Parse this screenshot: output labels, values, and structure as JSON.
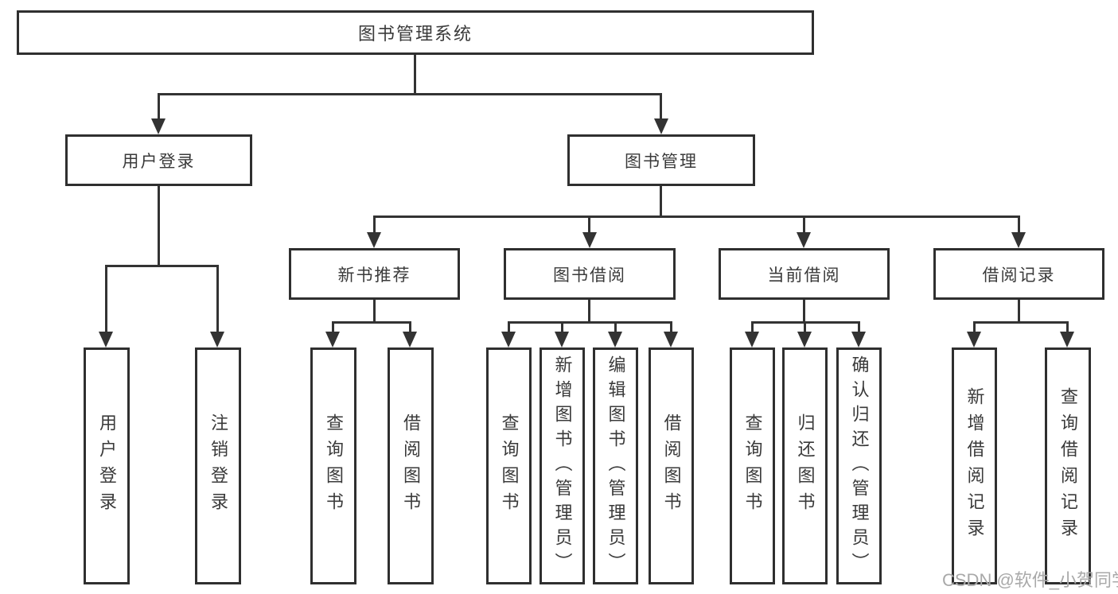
{
  "nodes": {
    "root": {
      "label": "图书管理系统"
    },
    "user_login": {
      "label": "用户登录"
    },
    "book_mgmt": {
      "label": "图书管理"
    },
    "new_book_rec": {
      "label": "新书推荐"
    },
    "book_borrow": {
      "label": "图书借阅"
    },
    "current_borrow": {
      "label": "当前借阅"
    },
    "borrow_records": {
      "label": "借阅记录"
    },
    "leaf_user_login": {
      "label": "用户登录"
    },
    "leaf_logout": {
      "label": "注销登录"
    },
    "leaf_query_book_rec": {
      "label": "查询图书"
    },
    "leaf_borrow_book_rec": {
      "label": "借阅图书"
    },
    "leaf_query_book_borrow": {
      "label": "查询图书"
    },
    "leaf_add_book": {
      "label": "新增图书（管理员）"
    },
    "leaf_edit_book": {
      "label": "编辑图书（管理员）"
    },
    "leaf_borrow_book": {
      "label": "借阅图书"
    },
    "leaf_query_book_current": {
      "label": "查询图书"
    },
    "leaf_return_book": {
      "label": "归还图书"
    },
    "leaf_confirm_return": {
      "label": "确认归还（管理员）"
    },
    "leaf_add_record": {
      "label": "新增借阅记录"
    },
    "leaf_query_record": {
      "label": "查询借阅记录"
    }
  },
  "hierarchy": {
    "图书管理系统": {
      "用户登录": [
        "用户登录",
        "注销登录"
      ],
      "图书管理": {
        "新书推荐": [
          "查询图书",
          "借阅图书"
        ],
        "图书借阅": [
          "查询图书",
          "新增图书（管理员）",
          "编辑图书（管理员）",
          "借阅图书"
        ],
        "当前借阅": [
          "查询图书",
          "归还图书",
          "确认归还（管理员）"
        ],
        "借阅记录": [
          "新增借阅记录",
          "查询借阅记录"
        ]
      }
    }
  },
  "watermark": {
    "text": "CSDN @软件_小贺同学"
  },
  "colors": {
    "line": "#333333",
    "border": "#2f2f2f",
    "text": "#3a3a3a",
    "watermark": "#a9a9a9",
    "background": "#ffffff"
  }
}
